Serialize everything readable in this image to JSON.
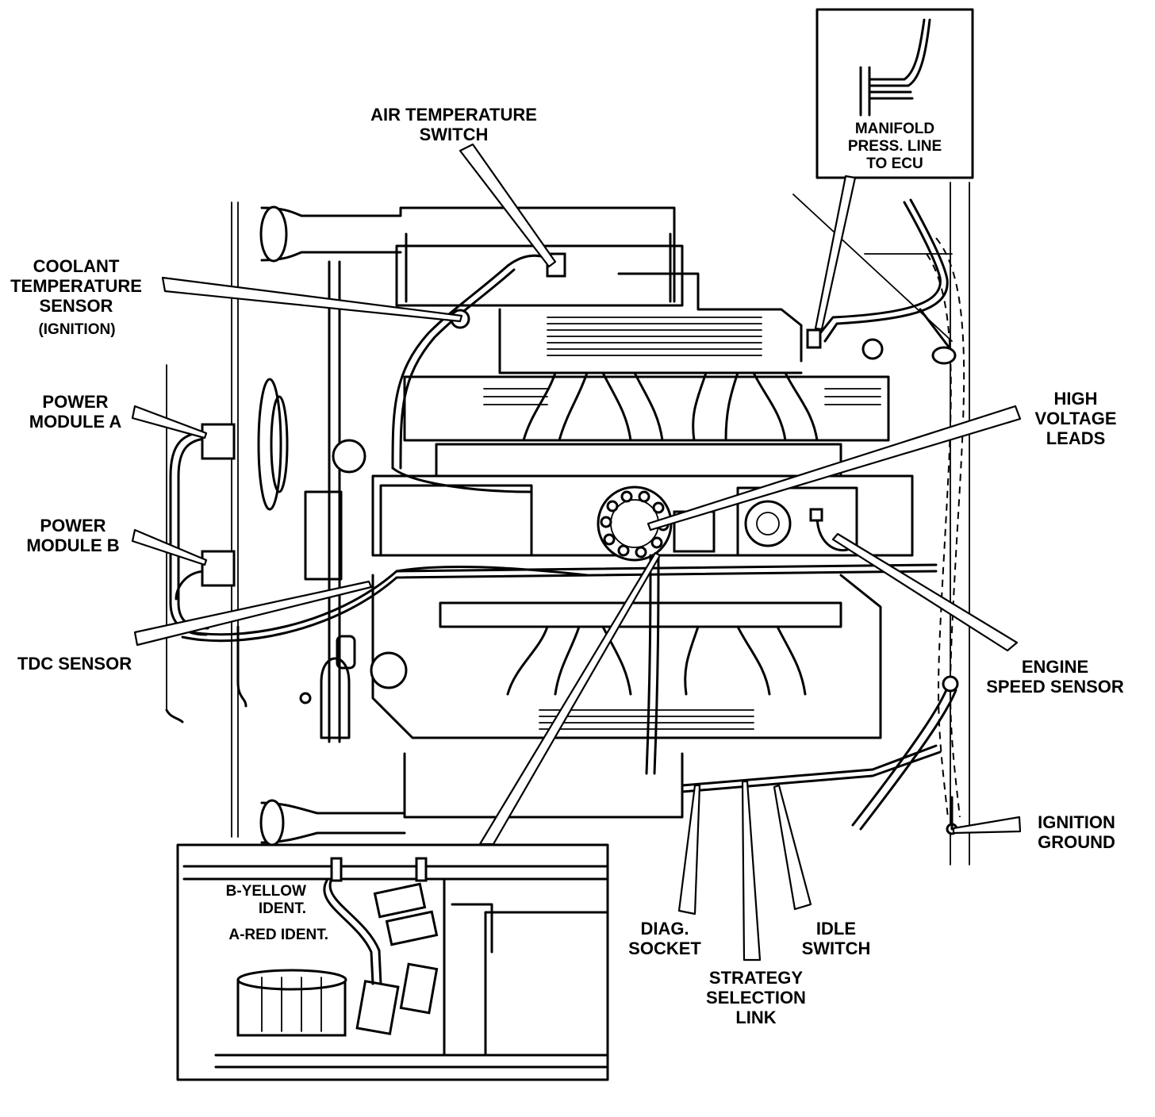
{
  "labels": {
    "air_temperature_switch": [
      "AIR TEMPERATURE",
      "SWITCH"
    ],
    "manifold_press_line": [
      "MANIFOLD",
      "PRESS. LINE",
      "TO ECU"
    ],
    "coolant_temperature_sensor": [
      "COOLANT",
      "TEMPERATURE",
      "SENSOR"
    ],
    "coolant_note": "(IGNITION)",
    "power_module_a": [
      "POWER",
      "MODULE A"
    ],
    "power_module_b": [
      "POWER",
      "MODULE B"
    ],
    "tdc_sensor": "TDC SENSOR",
    "high_voltage_leads": [
      "HIGH",
      "VOLTAGE",
      "LEADS"
    ],
    "engine_speed_sensor": [
      "ENGINE",
      "SPEED SENSOR"
    ],
    "ignition_ground": [
      "IGNITION",
      "GROUND"
    ],
    "diag_socket": [
      "DIAG.",
      "SOCKET"
    ],
    "idle_switch": [
      "IDLE",
      "SWITCH"
    ],
    "strategy_selection_link": [
      "STRATEGY",
      "SELECTION",
      "LINK"
    ],
    "b_yellow_ident": [
      "B-YELLOW",
      "IDENT."
    ],
    "a_red_ident": "A-RED IDENT."
  }
}
